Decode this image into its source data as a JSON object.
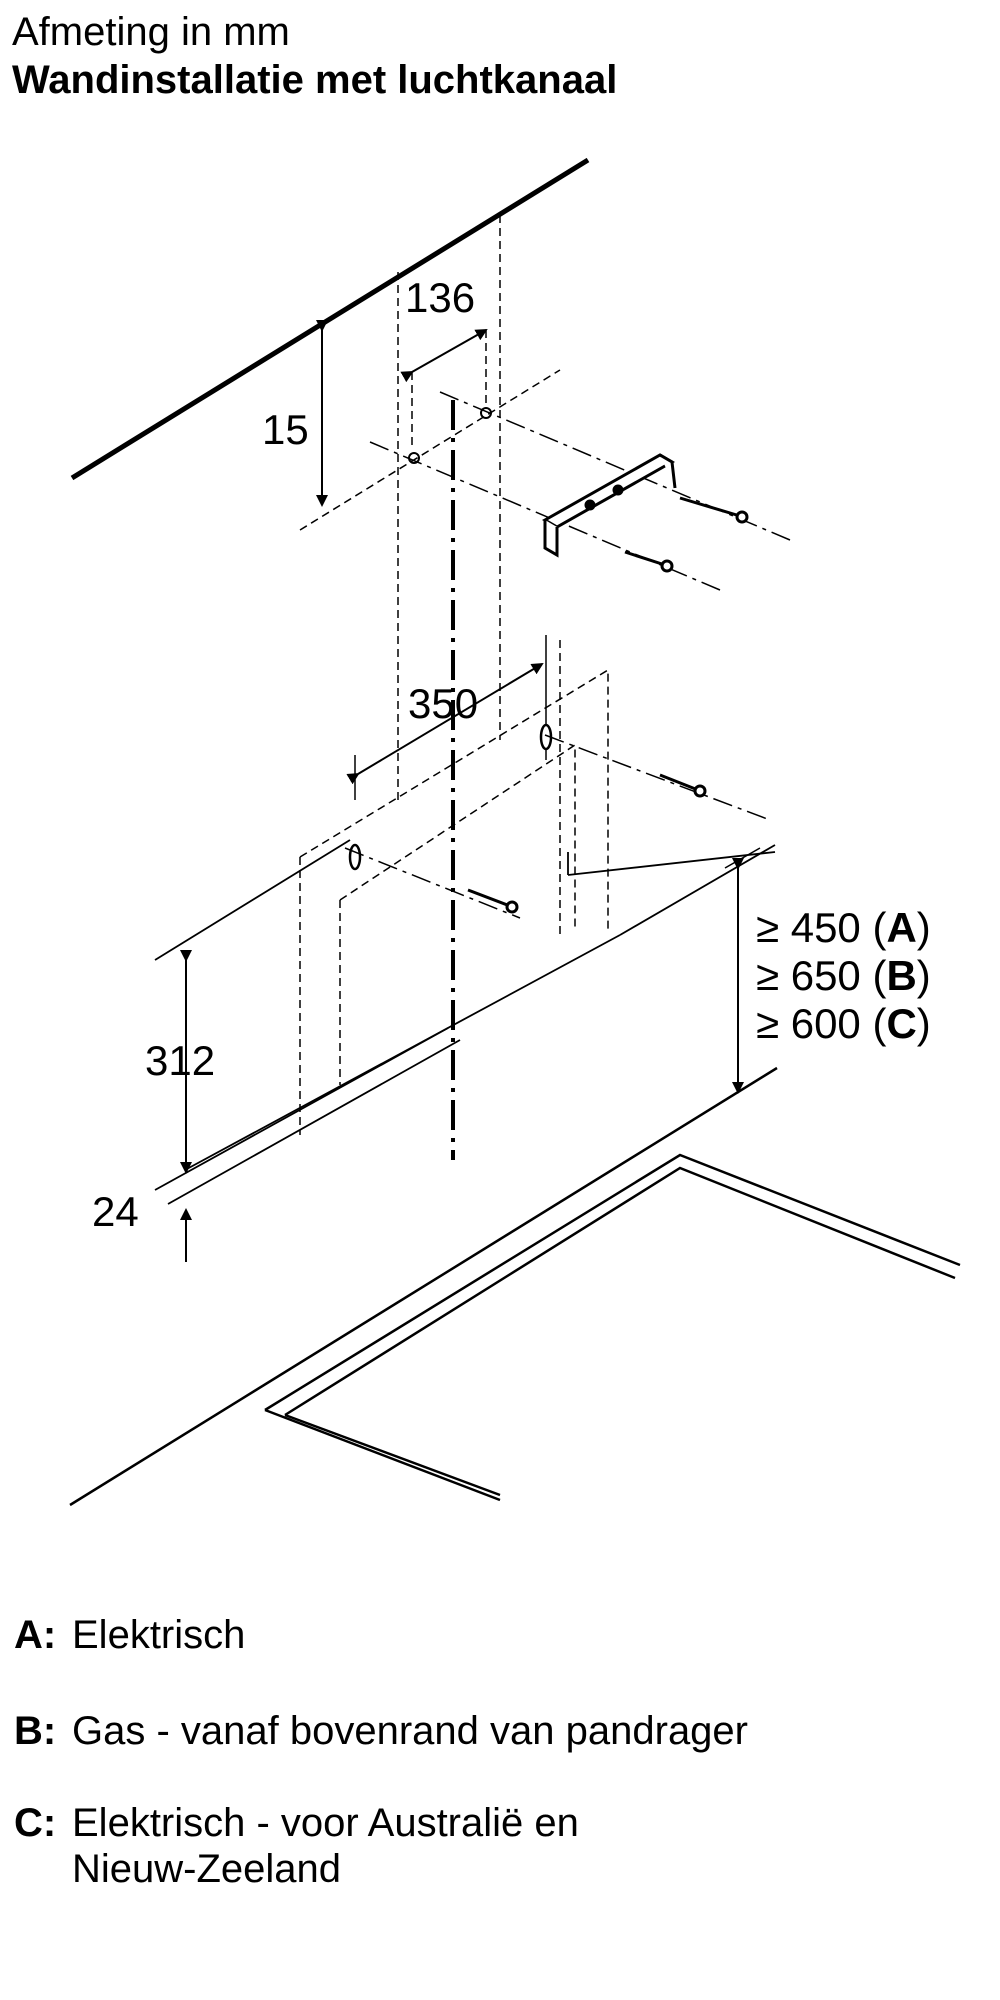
{
  "header": {
    "subtitle": "Afmeting in mm",
    "title": "Wandinstallatie met luchtkanaal"
  },
  "dimensions": {
    "d136": "136",
    "d15": "15",
    "d350": "350",
    "d312": "312",
    "d24": "24"
  },
  "clearances": [
    {
      "prefix": "≥ 450 (",
      "key": "A",
      "suffix": ")"
    },
    {
      "prefix": "≥ 650 (",
      "key": "B",
      "suffix": ")"
    },
    {
      "prefix": "≥ 600 (",
      "key": "C",
      "suffix": ")"
    }
  ],
  "legend": [
    {
      "key": "A:",
      "text": "Elektrisch"
    },
    {
      "key": "B:",
      "text": "Gas - vanaf bovenrand van pandrager"
    },
    {
      "key": "C:",
      "text": "Elektrisch - voor Australië en Nieuw-Zeeland"
    }
  ]
}
